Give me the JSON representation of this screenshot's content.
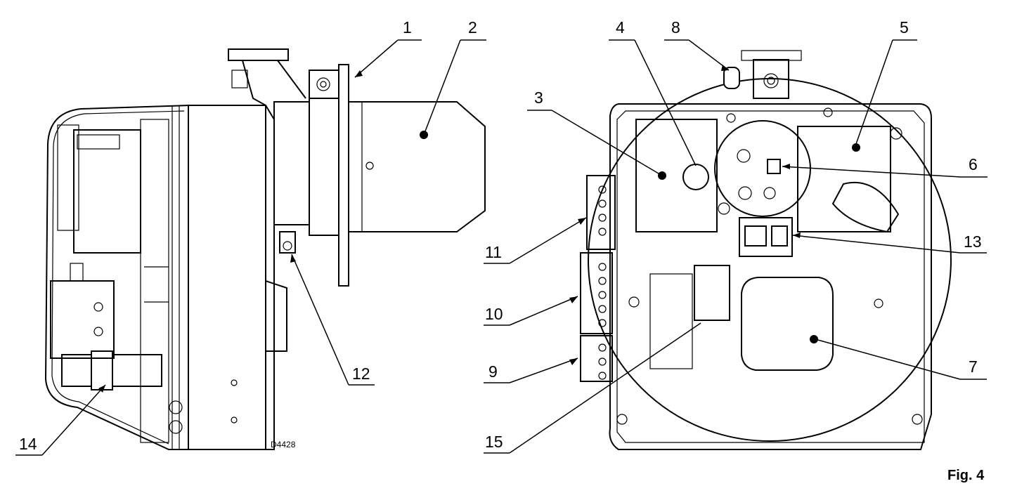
{
  "figure_label": "Fig. 4",
  "drawing_code": "D4428",
  "callouts": {
    "c1": "1",
    "c2": "2",
    "c3": "3",
    "c4": "4",
    "c5": "5",
    "c6": "6",
    "c7": "7",
    "c8": "8",
    "c9": "9",
    "c10": "10",
    "c11": "11",
    "c12": "12",
    "c13": "13",
    "c14": "14",
    "c15": "15"
  }
}
